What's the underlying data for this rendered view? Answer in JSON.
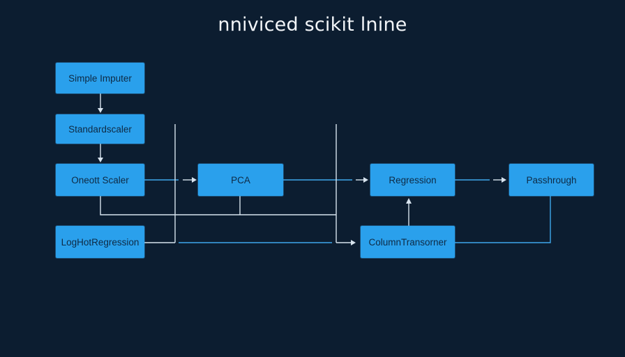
{
  "title": "nniviced scikit lnine",
  "colors": {
    "background": "#0c1d30",
    "node_fill": "#2aa0ec",
    "node_text": "#0e2a44",
    "connector": "#d7e3ee",
    "connector_accent": "#3ea8ec"
  },
  "nodes": {
    "simple_imputer": "Simple Imputer",
    "standardscaler": "Standardscaler",
    "onehot_scaler": "Oneott Scaler",
    "logistic_regression": "LogHotRegression",
    "pca": "PCA",
    "regression": "Regression",
    "column_transformer": "ColumnTransorner",
    "passthrough": "Passhrough"
  }
}
